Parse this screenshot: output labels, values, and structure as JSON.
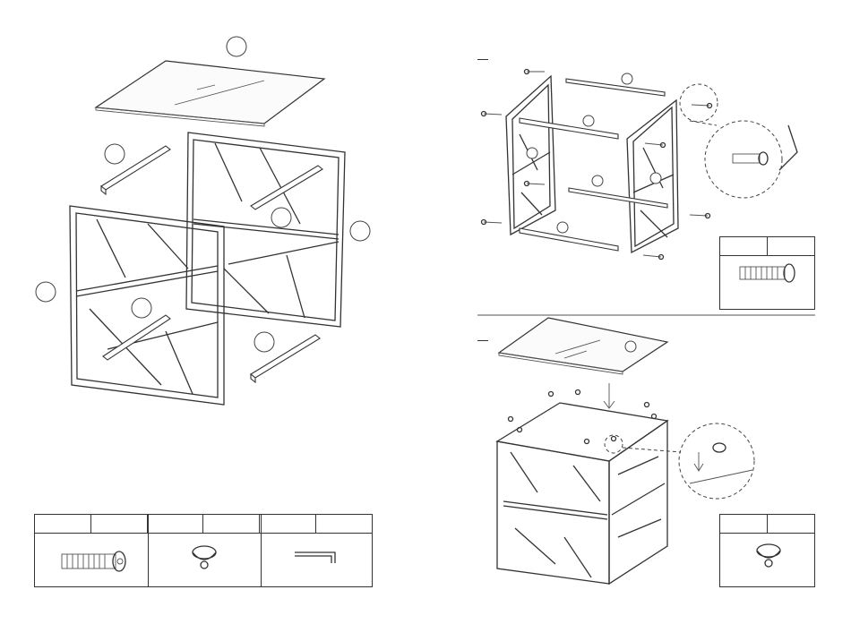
{
  "document": {
    "type": "assembly-instructions",
    "steps": [
      {
        "id": "step-1",
        "mark": "—"
      },
      {
        "id": "step-2",
        "mark": "—"
      }
    ],
    "parts_table": [
      {
        "name": "",
        "qty": "",
        "icon": "bolt-icon"
      },
      {
        "name": "",
        "qty": "",
        "icon": "glass-pad-icon"
      },
      {
        "name": "",
        "qty": "",
        "icon": "allen-key-icon"
      }
    ],
    "step1_detail": {
      "name": "",
      "qty": "",
      "icon": "bolt-icon"
    },
    "step2_detail": {
      "name": "",
      "qty": "",
      "icon": "glass-pad-icon"
    },
    "callouts": [
      "",
      "",
      "",
      "",
      "",
      "",
      "",
      "",
      "",
      "",
      "",
      "",
      ""
    ]
  }
}
